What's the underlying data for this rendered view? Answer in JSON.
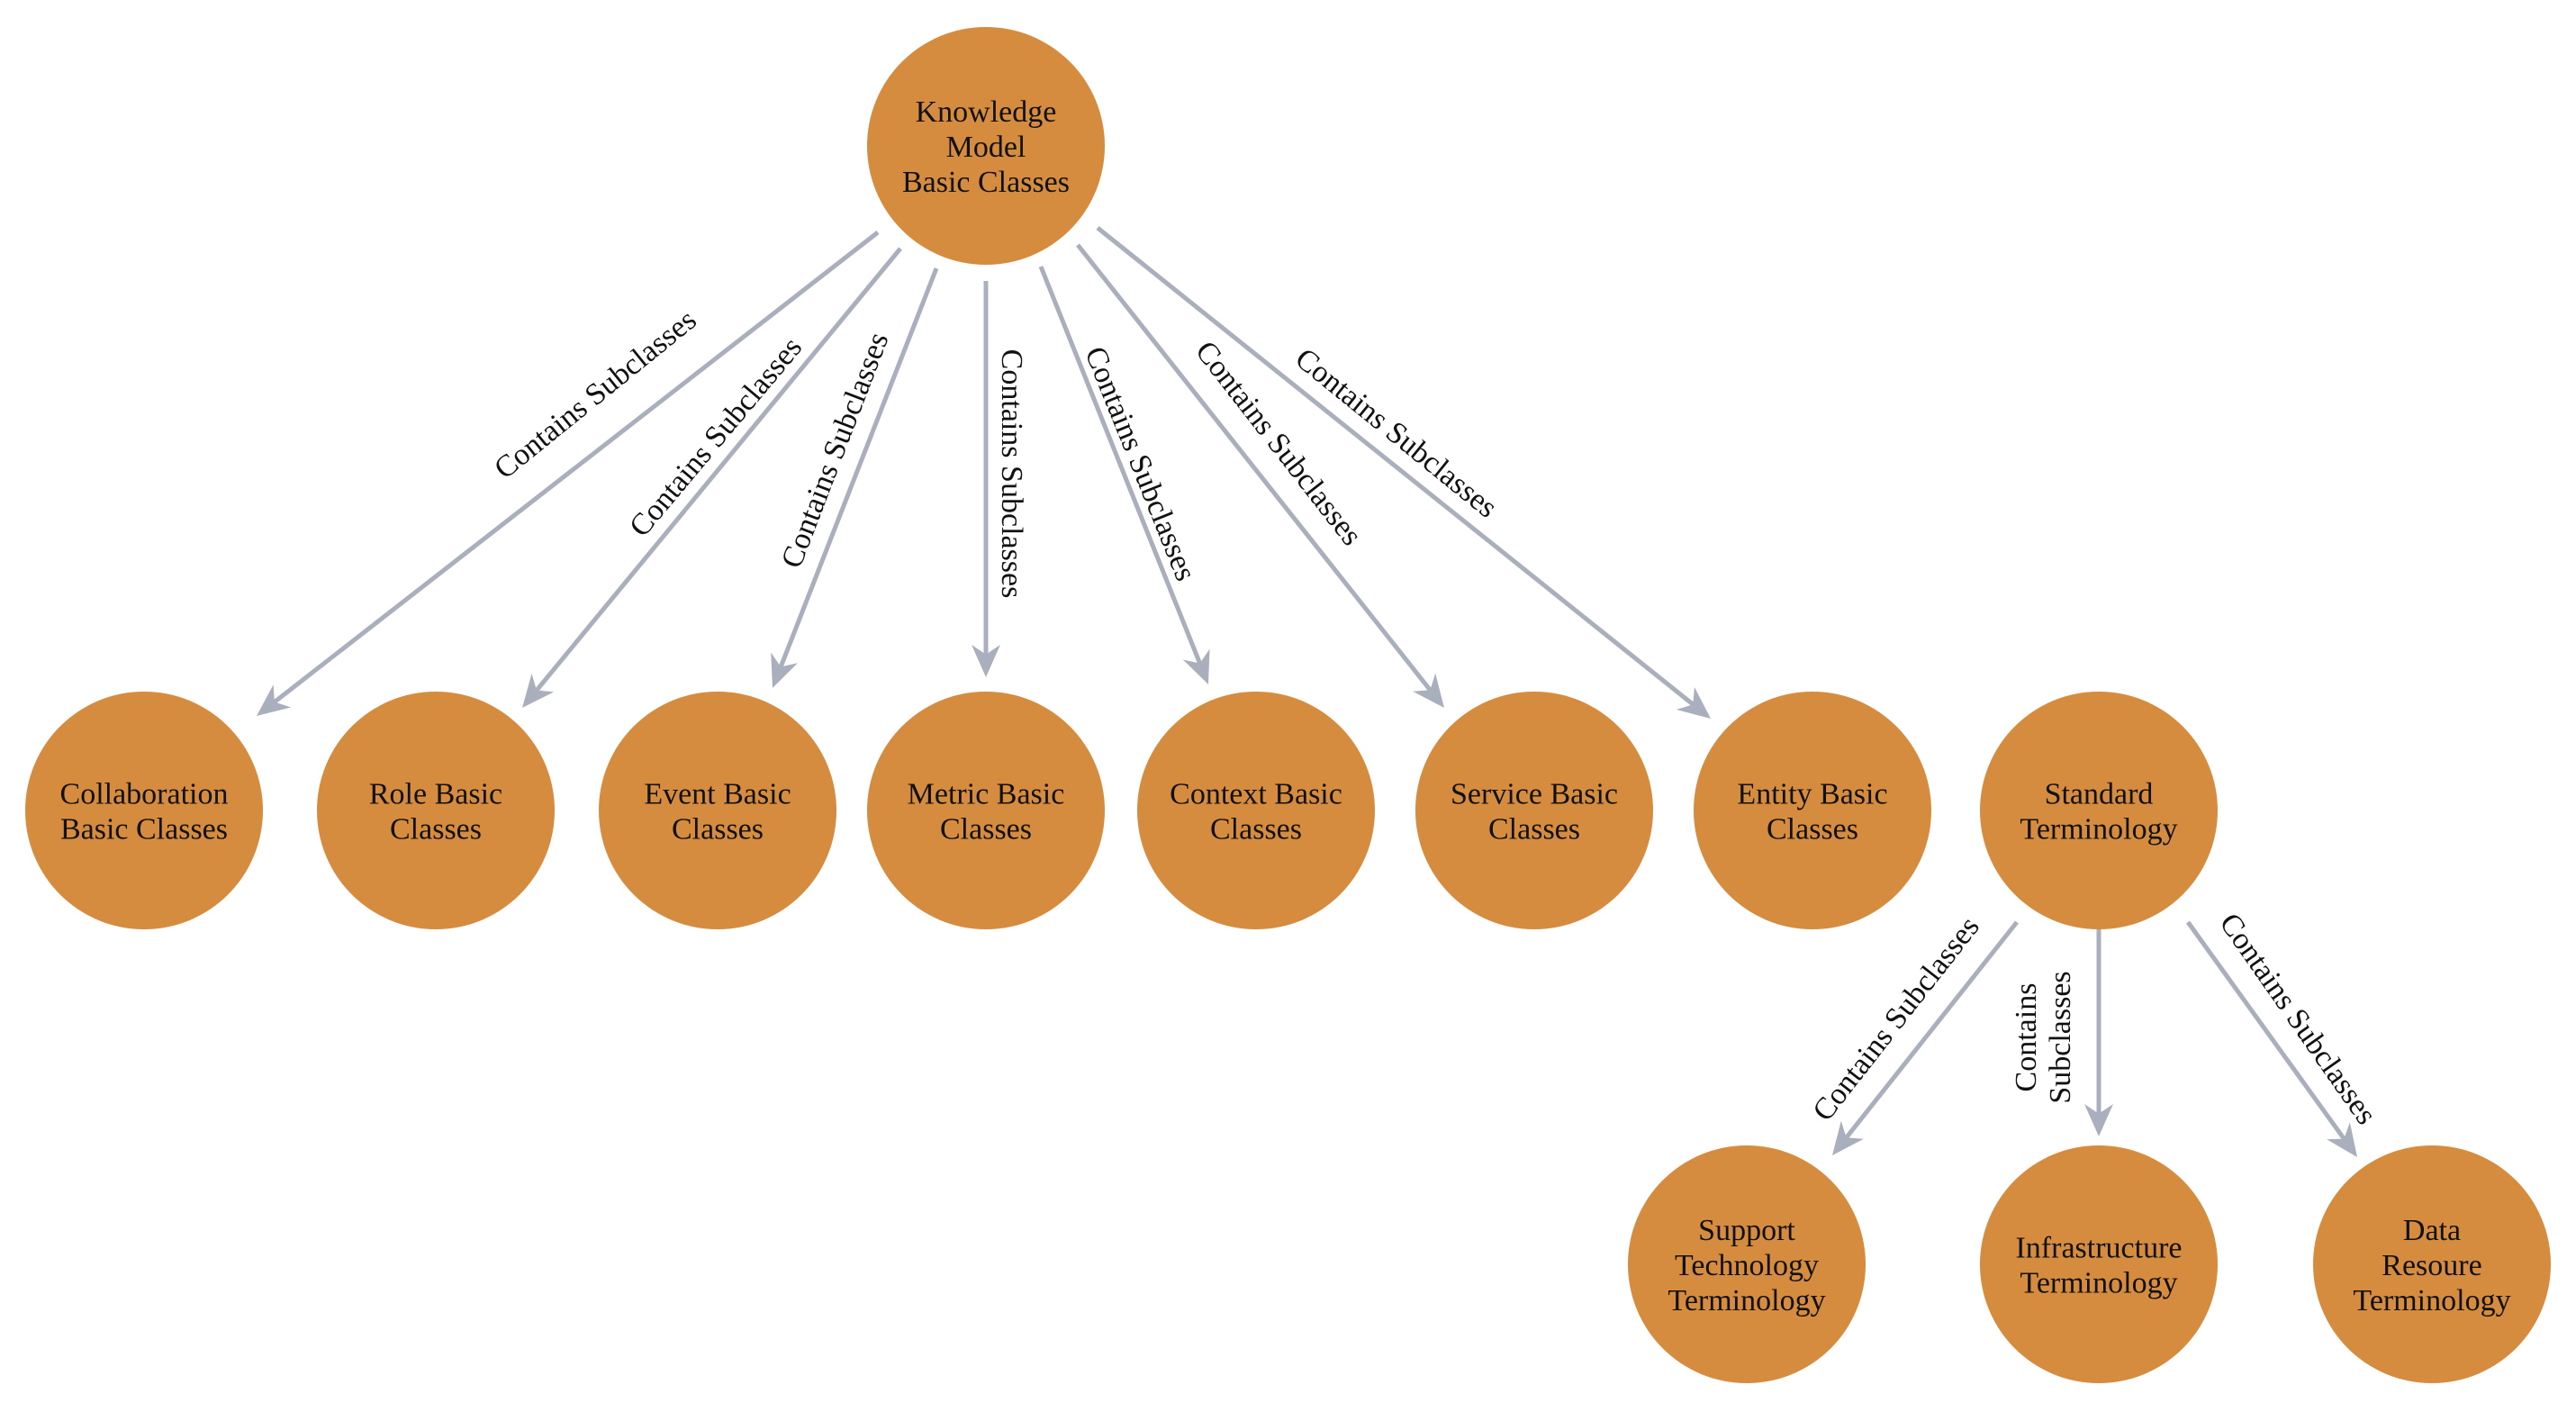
{
  "colors": {
    "node_fill": "#D68C3F",
    "edge": "#A9AFBC",
    "text": "#111111",
    "background": "#FFFFFF"
  },
  "nodes": [
    {
      "id": "knowledge",
      "lines": [
        "Knowledge",
        "Model",
        "Basic Classes"
      ]
    },
    {
      "id": "collaboration",
      "lines": [
        "Collaboration",
        "Basic Classes"
      ]
    },
    {
      "id": "role",
      "lines": [
        "Role Basic",
        "Classes"
      ]
    },
    {
      "id": "event",
      "lines": [
        "Event Basic",
        "Classes"
      ]
    },
    {
      "id": "metric",
      "lines": [
        "Metric Basic",
        "Classes"
      ]
    },
    {
      "id": "context",
      "lines": [
        "Context Basic",
        "Classes"
      ]
    },
    {
      "id": "service",
      "lines": [
        "Service Basic",
        "Classes"
      ]
    },
    {
      "id": "entity",
      "lines": [
        "Entity Basic",
        "Classes"
      ]
    },
    {
      "id": "standard",
      "lines": [
        "Standard",
        "Terminology"
      ]
    },
    {
      "id": "support",
      "lines": [
        "Support",
        "Technology",
        "Terminology"
      ]
    },
    {
      "id": "infrastructure",
      "lines": [
        "Infrastructure",
        "Terminology"
      ]
    },
    {
      "id": "data",
      "lines": [
        "Data",
        "Resoure",
        "Terminology"
      ]
    }
  ],
  "edges": [
    {
      "from": "knowledge",
      "to": "collaboration",
      "lines": [
        "Contains Subclasses"
      ]
    },
    {
      "from": "knowledge",
      "to": "role",
      "lines": [
        "Contains Subclasses"
      ]
    },
    {
      "from": "knowledge",
      "to": "event",
      "lines": [
        "Contains Subclasses"
      ]
    },
    {
      "from": "knowledge",
      "to": "metric",
      "lines": [
        "Contains Subclasses"
      ]
    },
    {
      "from": "knowledge",
      "to": "context",
      "lines": [
        "Contains Subclasses"
      ]
    },
    {
      "from": "knowledge",
      "to": "service",
      "lines": [
        "Contains Subclasses"
      ]
    },
    {
      "from": "knowledge",
      "to": "entity",
      "lines": [
        "Contains Subclasses"
      ]
    },
    {
      "from": "standard",
      "to": "support",
      "lines": [
        "Contains Subclasses"
      ]
    },
    {
      "from": "standard",
      "to": "infrastructure",
      "lines": [
        "Contains",
        "Subclasses"
      ]
    },
    {
      "from": "standard",
      "to": "data",
      "lines": [
        "Contains Subclasses"
      ]
    }
  ]
}
